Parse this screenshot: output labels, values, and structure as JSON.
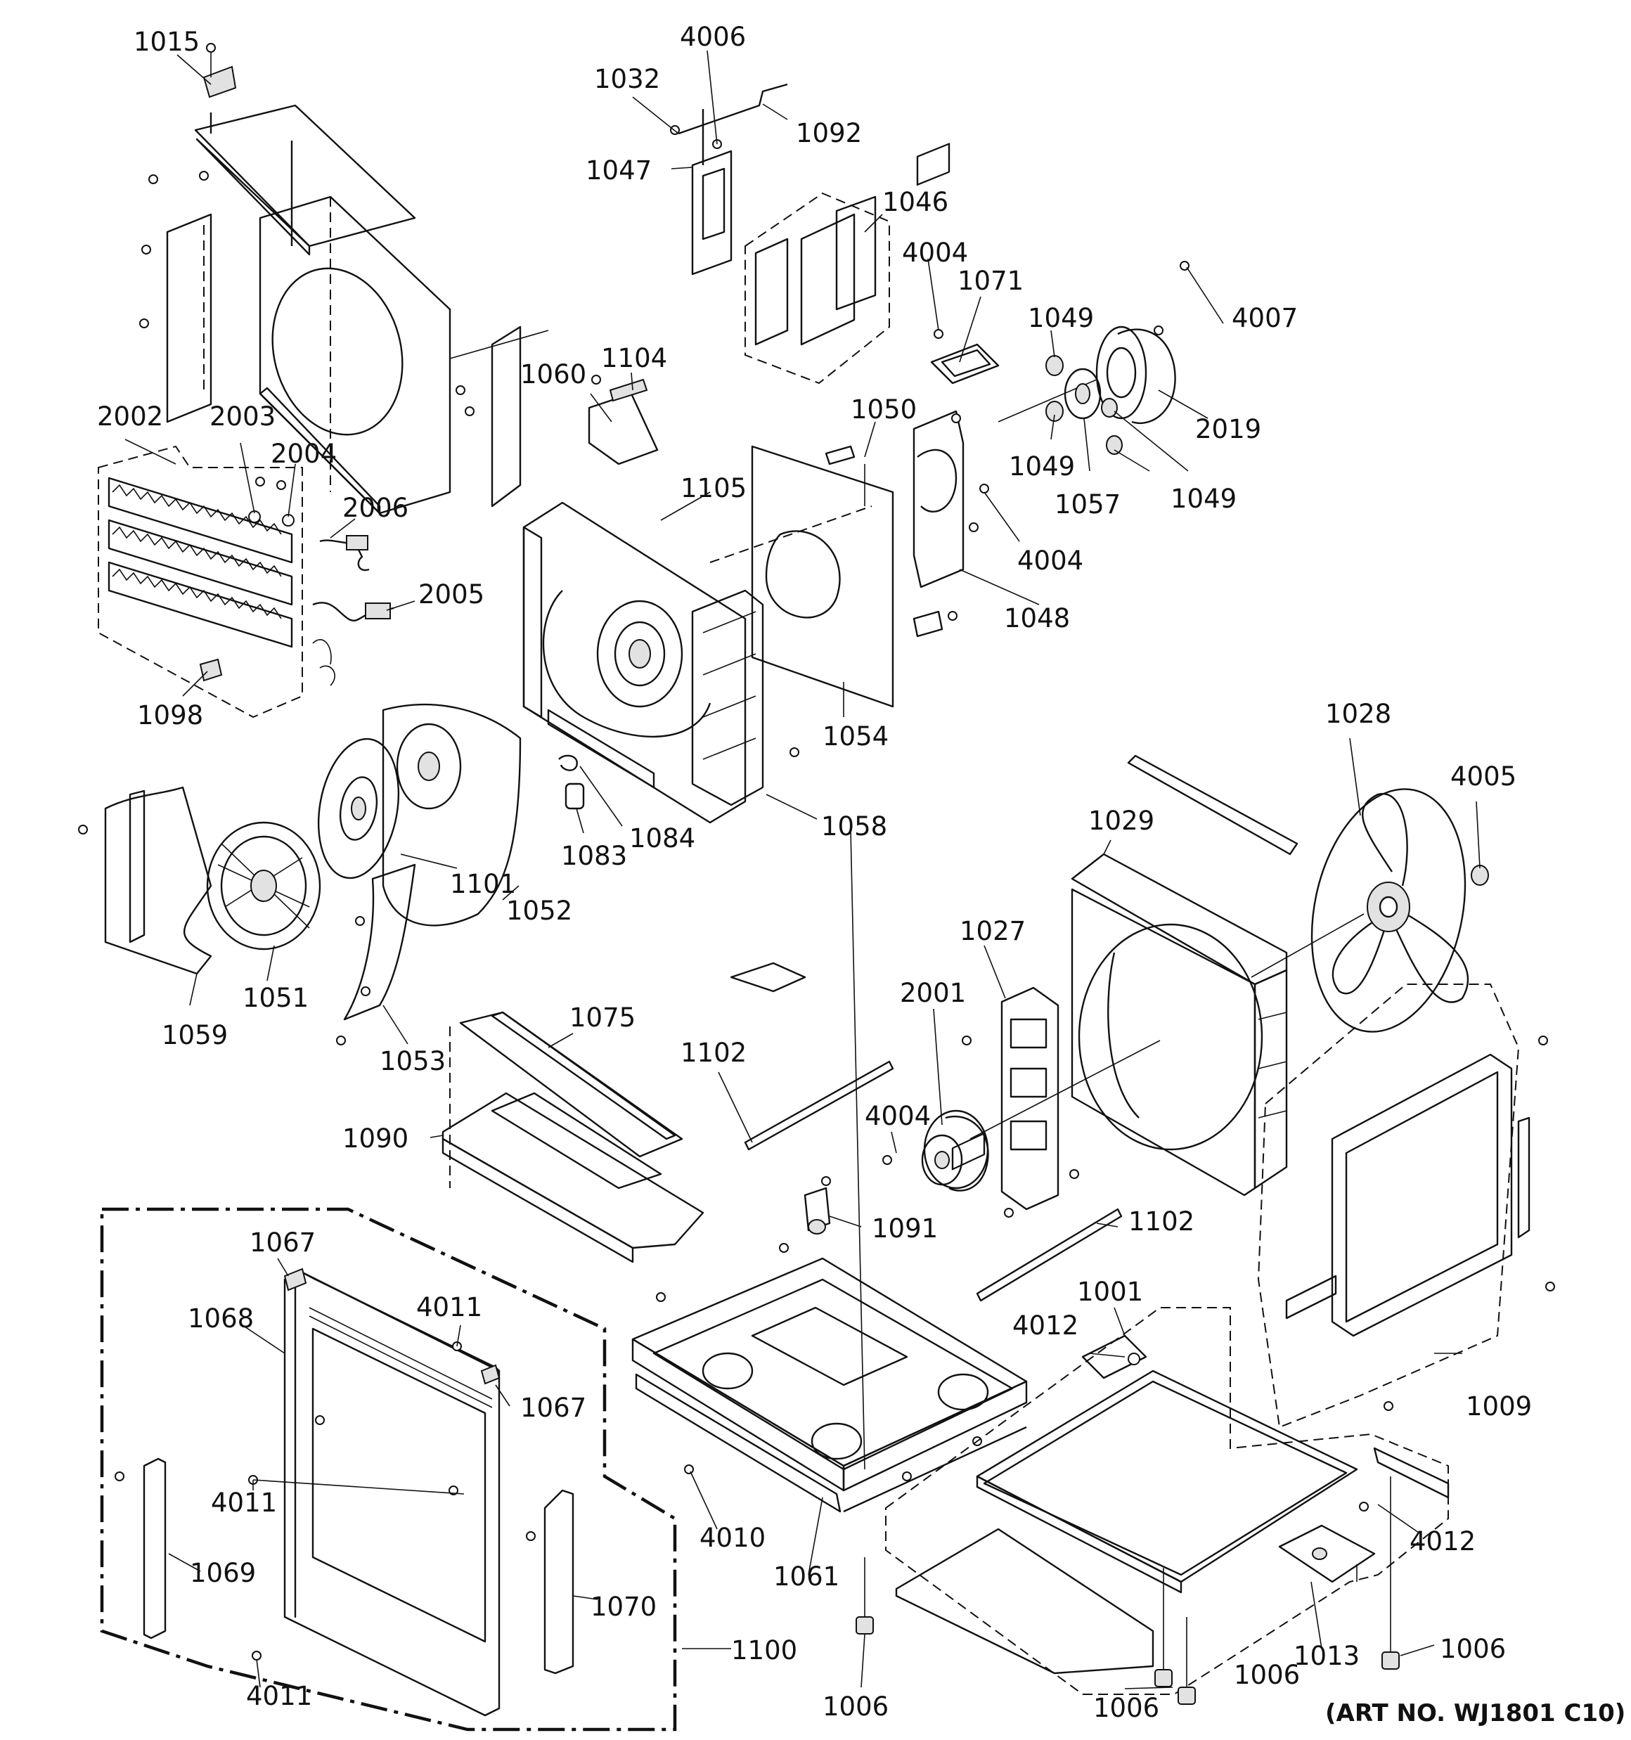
{
  "art_number": "(ART NO. WJ1801 C10)",
  "callouts": [
    {
      "id": "c1015",
      "text": "1015"
    },
    {
      "id": "c4006",
      "text": "4006"
    },
    {
      "id": "c1032",
      "text": "1032"
    },
    {
      "id": "c1092",
      "text": "1092"
    },
    {
      "id": "c1047",
      "text": "1047"
    },
    {
      "id": "c1046",
      "text": "1046"
    },
    {
      "id": "c4004a",
      "text": "4004"
    },
    {
      "id": "c1071",
      "text": "1071"
    },
    {
      "id": "c1049a",
      "text": "1049"
    },
    {
      "id": "c4007",
      "text": "4007"
    },
    {
      "id": "c1060",
      "text": "1060"
    },
    {
      "id": "c1104",
      "text": "1104"
    },
    {
      "id": "c1050",
      "text": "1050"
    },
    {
      "id": "c2019",
      "text": "2019"
    },
    {
      "id": "c1049b",
      "text": "1049"
    },
    {
      "id": "c1057",
      "text": "1057"
    },
    {
      "id": "c1049c",
      "text": "1049"
    },
    {
      "id": "c2002",
      "text": "2002"
    },
    {
      "id": "c2003",
      "text": "2003"
    },
    {
      "id": "c2004",
      "text": "2004"
    },
    {
      "id": "c1105",
      "text": "1105"
    },
    {
      "id": "c2006",
      "text": "2006"
    },
    {
      "id": "c4004b",
      "text": "4004"
    },
    {
      "id": "c2005",
      "text": "2005"
    },
    {
      "id": "c1048",
      "text": "1048"
    },
    {
      "id": "c1098",
      "text": "1098"
    },
    {
      "id": "c1054",
      "text": "1054"
    },
    {
      "id": "c1028",
      "text": "1028"
    },
    {
      "id": "c4005",
      "text": "4005"
    },
    {
      "id": "c1058",
      "text": "1058"
    },
    {
      "id": "c1084",
      "text": "1084"
    },
    {
      "id": "c1029",
      "text": "1029"
    },
    {
      "id": "c1083",
      "text": "1083"
    },
    {
      "id": "c1101",
      "text": "1101"
    },
    {
      "id": "c1052",
      "text": "1052"
    },
    {
      "id": "c1027",
      "text": "1027"
    },
    {
      "id": "c1051",
      "text": "1051"
    },
    {
      "id": "c1059",
      "text": "1059"
    },
    {
      "id": "c2001",
      "text": "2001"
    },
    {
      "id": "c1053",
      "text": "1053"
    },
    {
      "id": "c1075",
      "text": "1075"
    },
    {
      "id": "c1102a",
      "text": "1102"
    },
    {
      "id": "c4004c",
      "text": "4004"
    },
    {
      "id": "c1090",
      "text": "1090"
    },
    {
      "id": "c1091",
      "text": "1091"
    },
    {
      "id": "c1102b",
      "text": "1102"
    },
    {
      "id": "c1067a",
      "text": "1067"
    },
    {
      "id": "c1001",
      "text": "1001"
    },
    {
      "id": "c4011a",
      "text": "4011"
    },
    {
      "id": "c1068",
      "text": "1068"
    },
    {
      "id": "c4012a",
      "text": "4012"
    },
    {
      "id": "c1009",
      "text": "1009"
    },
    {
      "id": "c1067b",
      "text": "1067"
    },
    {
      "id": "c4011b",
      "text": "4011"
    },
    {
      "id": "c4010",
      "text": "4010"
    },
    {
      "id": "c4012b",
      "text": "4012"
    },
    {
      "id": "c1069",
      "text": "1069"
    },
    {
      "id": "c1061",
      "text": "1061"
    },
    {
      "id": "c1070",
      "text": "1070"
    },
    {
      "id": "c1013",
      "text": "1013"
    },
    {
      "id": "c1100",
      "text": "1100"
    },
    {
      "id": "c1006a",
      "text": "1006"
    },
    {
      "id": "c4011c",
      "text": "4011"
    },
    {
      "id": "c1006b",
      "text": "1006"
    },
    {
      "id": "c1006c",
      "text": "1006"
    },
    {
      "id": "c1006d",
      "text": "1006"
    }
  ]
}
